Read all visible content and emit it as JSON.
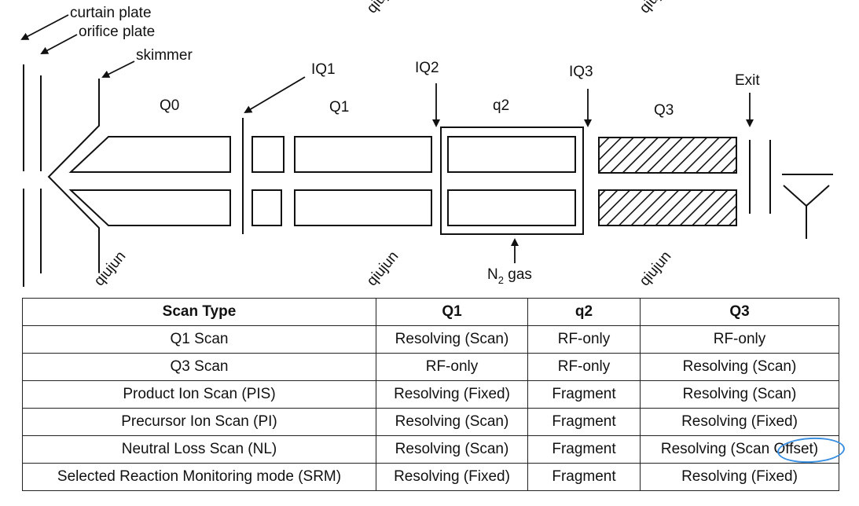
{
  "diagram": {
    "labels": {
      "curtain_plate": "curtain plate",
      "orifice_plate": "orifice plate",
      "skimmer": "skimmer",
      "q0": "Q0",
      "iq1": "IQ1",
      "q1": "Q1",
      "iq2": "IQ2",
      "q2": "q2",
      "iq3": "IQ3",
      "q3": "Q3",
      "exit": "Exit",
      "n2_gas": "N",
      "n2_subscript": "2",
      "gas": " gas"
    },
    "watermark": "qiujun"
  },
  "table": {
    "headers": [
      "Scan Type",
      "Q1",
      "q2",
      "Q3"
    ],
    "rows": [
      [
        "Q1 Scan",
        "Resolving (Scan)",
        "RF-only",
        "RF-only"
      ],
      [
        "Q3 Scan",
        "RF-only",
        "RF-only",
        "Resolving (Scan)"
      ],
      [
        "Product Ion Scan (PIS)",
        "Resolving (Fixed)",
        "Fragment",
        "Resolving (Scan)"
      ],
      [
        "Precursor Ion Scan (PI)",
        "Resolving (Scan)",
        "Fragment",
        "Resolving (Fixed)"
      ],
      [
        "Neutral Loss Scan (NL)",
        "Resolving (Scan)",
        "Fragment",
        "Resolving (Scan Offset)"
      ],
      [
        "Selected Reaction Monitoring mode (SRM)",
        "Resolving (Fixed)",
        "Fragment",
        "Resolving (Fixed)"
      ]
    ]
  },
  "annotation": {
    "highlight_color": "#3b8fe0",
    "highlighted_text": "Offset)"
  }
}
